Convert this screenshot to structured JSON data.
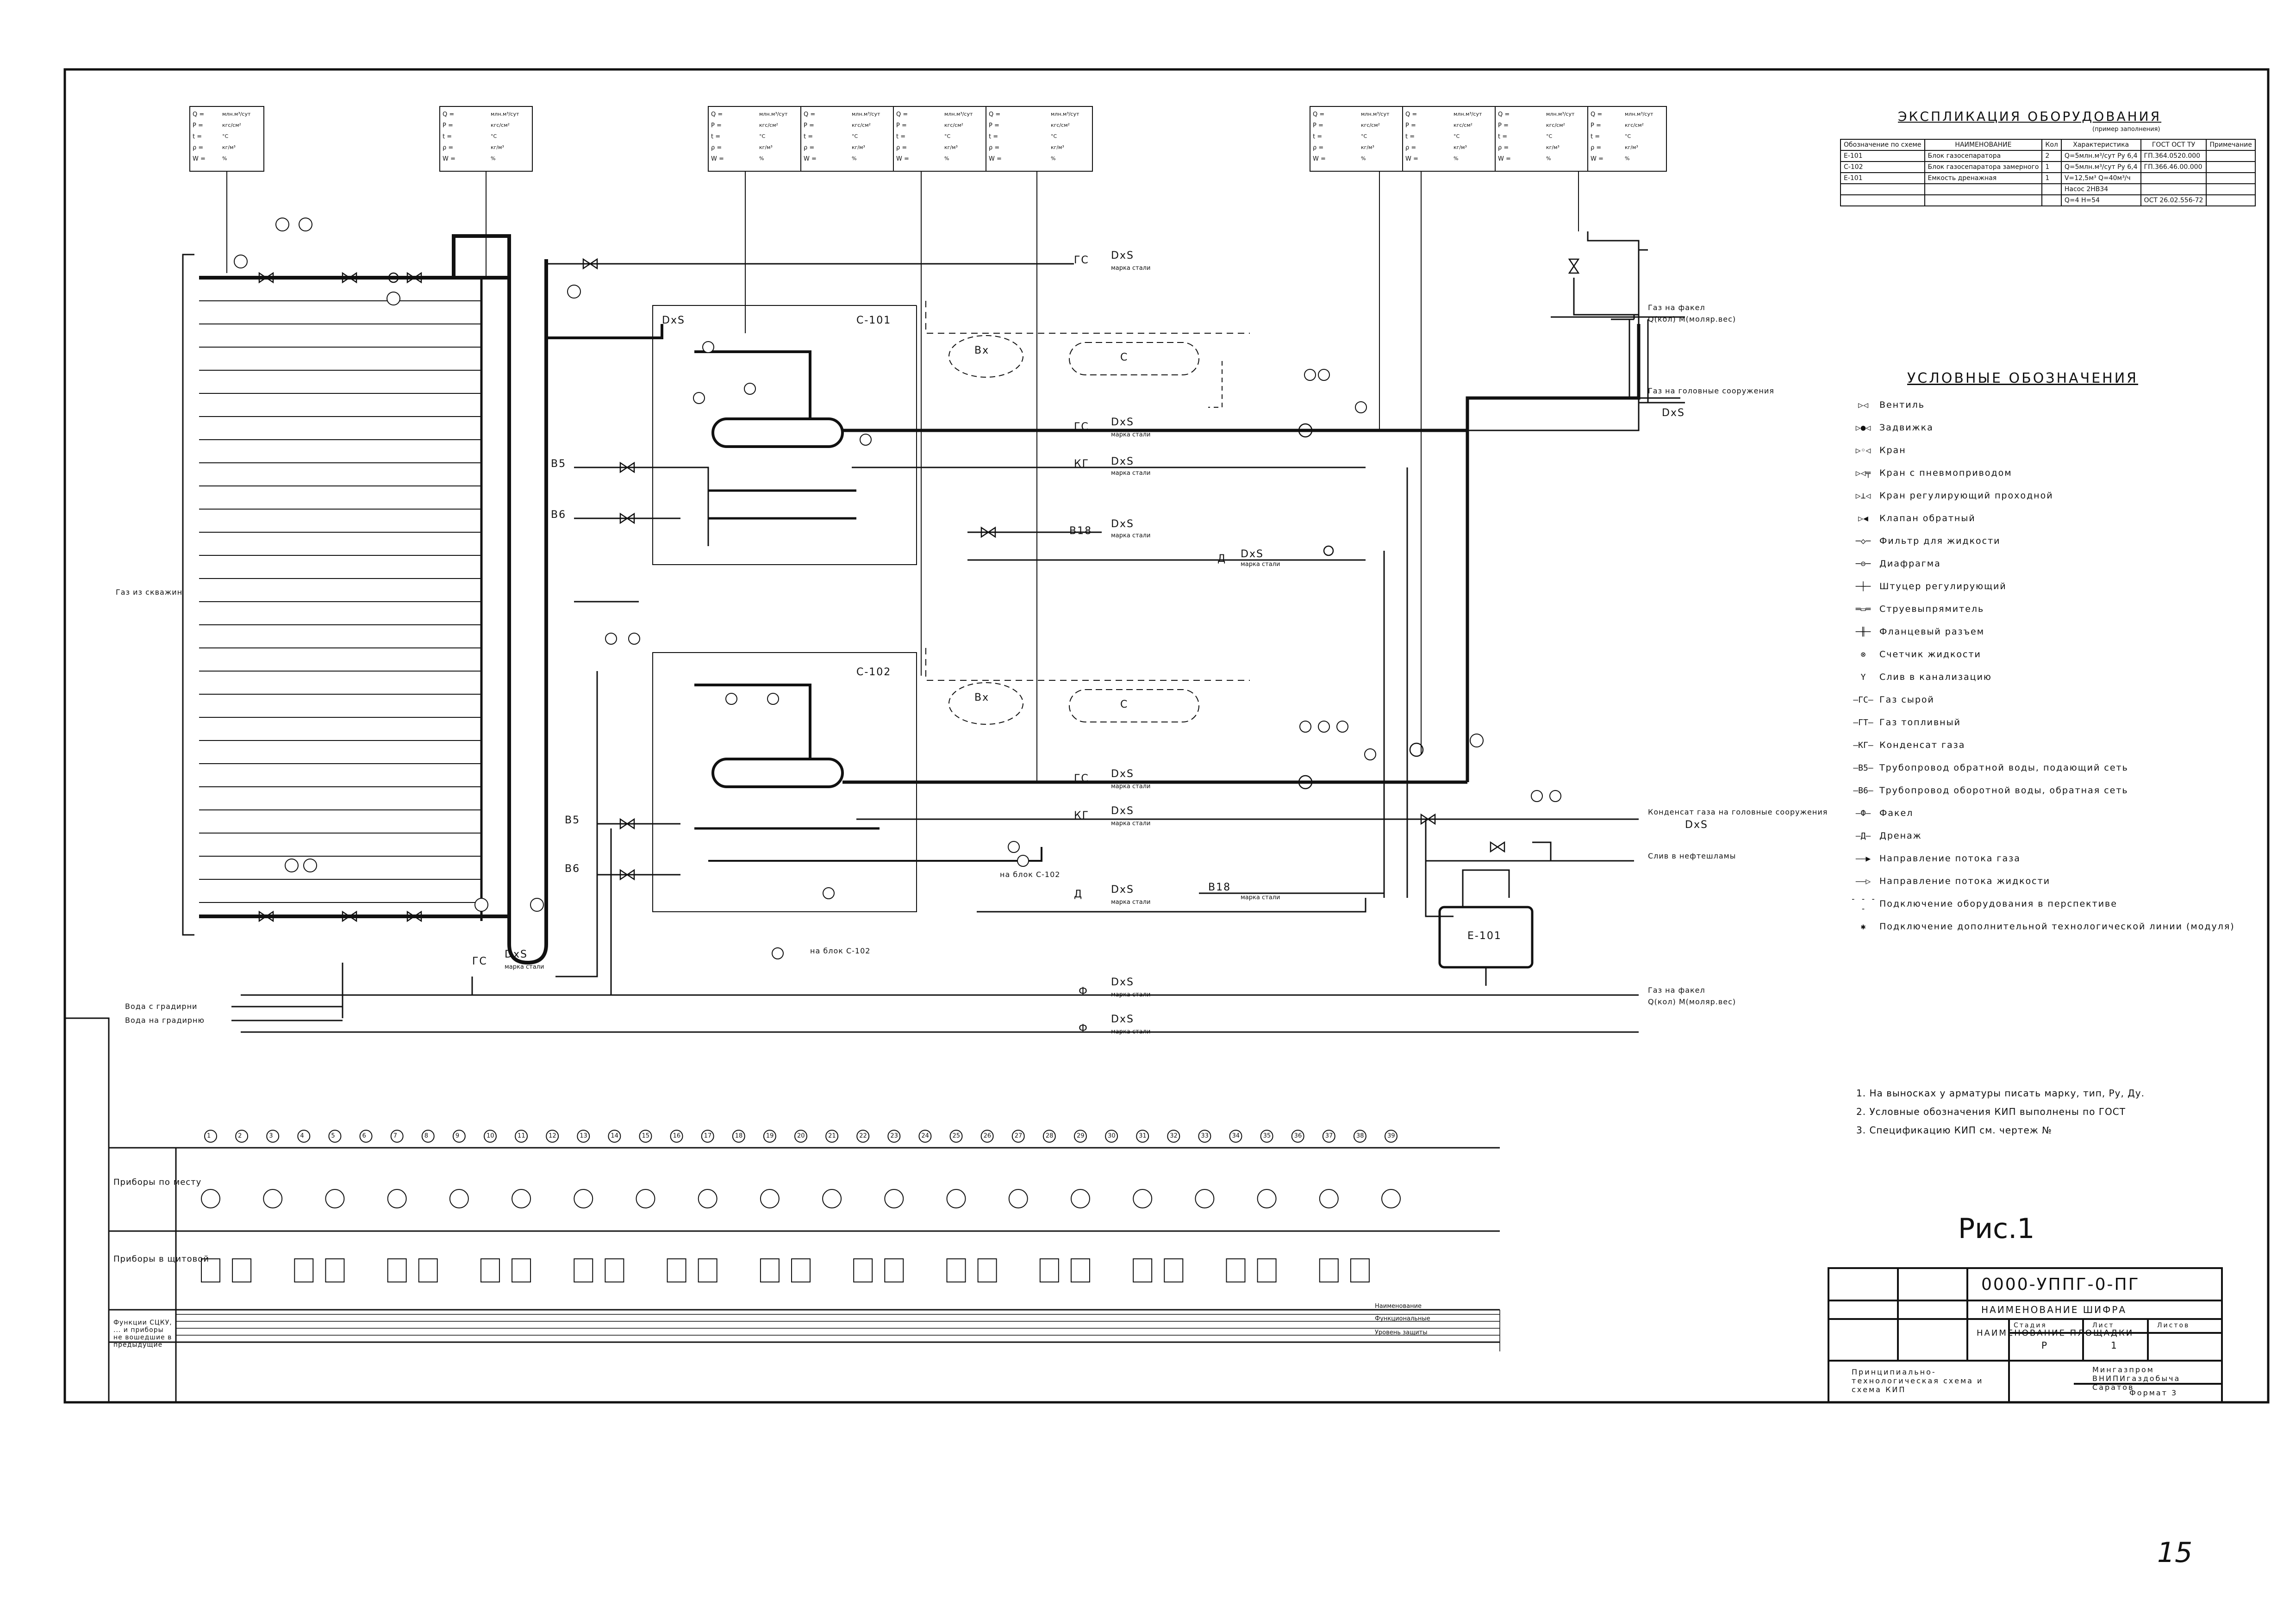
{
  "explication": {
    "title": "ЭКСПЛИКАЦИЯ ОБОРУДОВАНИЯ",
    "subtitle": "(пример заполнения)",
    "headers": [
      "Обозначение по схеме",
      "НАИМЕНОВАНИЕ",
      "Кол",
      "Характеристика",
      "ГОСТ ОСТ ТУ",
      "Примечание"
    ],
    "rows": [
      [
        "Е-101",
        "Блок газосепаратора",
        "2",
        "Q=5млн.м³/сут Ру 6,4",
        "ГП.364.0520.000",
        ""
      ],
      [
        "С-102",
        "Блок газосепаратора замерного",
        "1",
        "Q=5млн.м³/сут Ру 6,4",
        "ГП.366.46.00.000",
        ""
      ],
      [
        "Е-101",
        "Емкость дренажная",
        "1",
        "V=12,5м³ Q=40м³/ч",
        "",
        ""
      ],
      [
        "",
        "",
        "",
        "Насос 2НВ34",
        "",
        ""
      ],
      [
        "",
        "",
        "",
        "Q=4 Н=54",
        "ОСТ 26.02.556-72",
        ""
      ]
    ]
  },
  "legend": {
    "title": "УСЛОВНЫЕ ОБОЗНАЧЕНИЯ",
    "items": [
      {
        "sym": "▷◁",
        "text": "Вентиль"
      },
      {
        "sym": "▷●◁",
        "text": "Задвижка"
      },
      {
        "sym": "▷◦◁",
        "text": "Кран"
      },
      {
        "sym": "▷◁╤",
        "text": "Кран с пневмоприводом"
      },
      {
        "sym": "▷⊥◁",
        "text": "Кран регулирующий проходной"
      },
      {
        "sym": "▷◀",
        "text": "Клапан обратный"
      },
      {
        "sym": "─◇─",
        "text": "Фильтр для жидкости"
      },
      {
        "sym": "─⊖─",
        "text": "Диафрагма"
      },
      {
        "sym": "─┼─",
        "text": "Штуцер регулирующий"
      },
      {
        "sym": "═▭═",
        "text": "Струевыпрямитель"
      },
      {
        "sym": "─╫─",
        "text": "Фланцевый разъем"
      },
      {
        "sym": "⊗",
        "text": "Счетчик жидкости"
      },
      {
        "sym": "Y",
        "text": "Слив в канализацию"
      },
      {
        "sym": "—ГС—",
        "text": "Газ сырой"
      },
      {
        "sym": "—ГТ—",
        "text": "Газ топливный"
      },
      {
        "sym": "—КГ—",
        "text": "Конденсат газа"
      },
      {
        "sym": "—В5—",
        "text": "Трубопровод обратной воды, подающий сеть"
      },
      {
        "sym": "—В6—",
        "text": "Трубопровод оборотной воды, обратная сеть"
      },
      {
        "sym": "—Ф—",
        "text": "Факел"
      },
      {
        "sym": "—Д—",
        "text": "Дренаж"
      },
      {
        "sym": "——▶",
        "text": "Направление потока газа"
      },
      {
        "sym": "——▷",
        "text": "Направление потока жидкости"
      },
      {
        "sym": "- - - -",
        "text": "Подключение оборудования в перспективе"
      },
      {
        "sym": "✱",
        "text": "Подключение дополнительной технологической линии (модуля)"
      }
    ]
  },
  "notes": [
    "1. На выносках у арматуры писать марку, тип, Ру, Ду.",
    "2. Условные обозначения КИП выполнены по ГОСТ",
    "3. Спецификацию КИП см. чертеж №"
  ],
  "figure_label": "Рис.1",
  "page_number": "15",
  "stamp": {
    "code": "0000-УППГ-0-ПГ",
    "cipher_label": "НАИМЕНОВАНИЕ ШИФРА",
    "site_label": "НАИМЕНОВАНИЕ ПЛОЩАДКИ",
    "stage_hdr": "Стадия",
    "sheet_hdr": "Лист",
    "sheets_hdr": "Листов",
    "stage": "Р",
    "sheet": "1",
    "doc_name": "Принципиально-технологическая схема и схема КИП",
    "org": "Мингазпром ВНИПИгаздобыча Саратов",
    "format": "Формат 3"
  },
  "process_labels": {
    "gas_from_wells": "Газ из скважин",
    "water_from_cooler": "Вода с градирни",
    "water_to_cooler": "Вода на градирню",
    "gas_to_flare_1": "Газ на факел",
    "gas_to_flare_1b": "Q(кол) М(моляр.вес)",
    "gas_to_head": "Газ на головные сооружения",
    "condensate_to_head": "Конденсат газа на головные сооружения",
    "drain_to_treatment": "Слив в нефтешламы",
    "gas_to_flare_2": "Газ на факел",
    "gas_to_flare_2b": "Q(кол) М(моляр.вес)",
    "dxs": "DxS",
    "steel": "марка стали",
    "sep1": "С-101",
    "sep2": "С-102",
    "tank": "Е-101",
    "bx": "Вх",
    "c": "С",
    "from_c102_a": "на блок С-102",
    "from_c102_b": "на блок С-102",
    "line_gs": "ГС",
    "line_kg": "КГ",
    "line_v5": "В5",
    "line_v6": "В6",
    "line_b18": "В18",
    "line_d": "Д",
    "line_f": "Ф"
  },
  "kip_rows": {
    "local": "Приборы по месту",
    "panel": "Приборы в щитовой",
    "functions": "Функции СЦКУ, ... и приборы не вошедшие в предыдущие",
    "right_1": "Наименование",
    "right_2": "Функциональные",
    "right_3": "Уровень защиты"
  },
  "kip_numbers": [
    "1",
    "2",
    "3",
    "4",
    "5",
    "6",
    "7",
    "8",
    "9",
    "10",
    "11",
    "12",
    "13",
    "14",
    "15",
    "16",
    "17",
    "18",
    "19",
    "20",
    "21",
    "22",
    "23",
    "24",
    "25",
    "26",
    "27",
    "28",
    "29",
    "30",
    "31",
    "32",
    "33",
    "34",
    "35",
    "36",
    "37",
    "38",
    "39"
  ],
  "param_table_labels": [
    "Q",
    "P",
    "t",
    "ρ",
    "W"
  ],
  "param_units": [
    "млн.м³/сут",
    "кгс/см²",
    "°С",
    "кг/м³",
    "%"
  ]
}
